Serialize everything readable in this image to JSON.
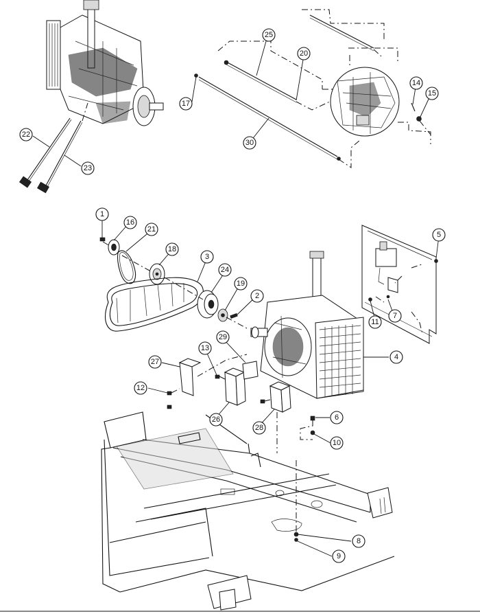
{
  "callouts": [
    {
      "label": "1"
    },
    {
      "label": "2"
    },
    {
      "label": "3"
    },
    {
      "label": "4"
    },
    {
      "label": "5"
    },
    {
      "label": "6"
    },
    {
      "label": "7"
    },
    {
      "label": "8"
    },
    {
      "label": "9"
    },
    {
      "label": "10"
    },
    {
      "label": "11"
    },
    {
      "label": "12"
    },
    {
      "label": "13"
    },
    {
      "label": "14"
    },
    {
      "label": "15"
    },
    {
      "label": "16"
    },
    {
      "label": "17"
    },
    {
      "label": "18"
    },
    {
      "label": "19"
    },
    {
      "label": "20"
    },
    {
      "label": "21"
    },
    {
      "label": "22"
    },
    {
      "label": "23"
    },
    {
      "label": "24"
    },
    {
      "label": "25"
    },
    {
      "label": "26"
    },
    {
      "label": "27"
    },
    {
      "label": "28"
    },
    {
      "label": "29"
    },
    {
      "label": "30"
    }
  ]
}
